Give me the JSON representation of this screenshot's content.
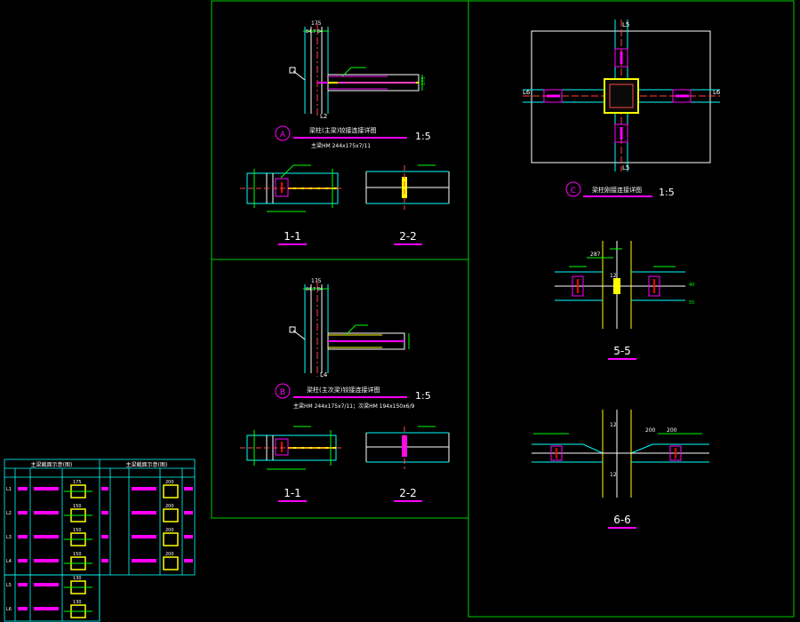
{
  "colors": {
    "frame": "#00ff00",
    "accent": "#ff00ff",
    "steel": "#00ffff",
    "beam": "#ffff00",
    "text": "#ffffff",
    "dim": "#00ff00",
    "bolt": "#ff0000"
  },
  "panel_a": {
    "marker": "A",
    "title": "梁柱(主梁)铰接连接详图",
    "scale": "1:5",
    "subtitle": "主梁HM 244x175x7/11",
    "dims": {
      "top": "175",
      "top2": "84.7 84",
      "right": "175",
      "tag": "L2"
    },
    "sec1": "1-1",
    "sec2": "2-2"
  },
  "panel_b": {
    "marker": "B",
    "title": "梁柱(主次梁)铰接连接详图",
    "scale": "1:5",
    "subtitle": "主梁HM 244x175x7/11；次梁HM 194x150x6/9",
    "dims": {
      "top": "175",
      "top2": "84.7 84",
      "tag": "L4"
    },
    "sec1": "1-1",
    "sec2": "2-2"
  },
  "panel_c": {
    "marker": "C",
    "title": "梁柱刚接连接详图",
    "scale": "1:5",
    "labels": {
      "top": "L5",
      "bottom": "L5",
      "left": "L6",
      "right": "L6"
    },
    "sec5": "5-5",
    "sec6": "6-6",
    "dims5": [
      "287",
      "12",
      "40",
      "55"
    ],
    "dims6": [
      "12",
      "200",
      "200",
      "12"
    ]
  },
  "table": {
    "left_title": "主梁截面示意(图)",
    "right_title": "主梁截面示意(图)",
    "rows": [
      "L1",
      "L2",
      "L3",
      "L4",
      "L5",
      "L6"
    ],
    "dims": [
      "175",
      "150",
      "150",
      "150",
      "130",
      "130"
    ],
    "right_dims": [
      "200",
      "200",
      "200",
      "200"
    ]
  }
}
